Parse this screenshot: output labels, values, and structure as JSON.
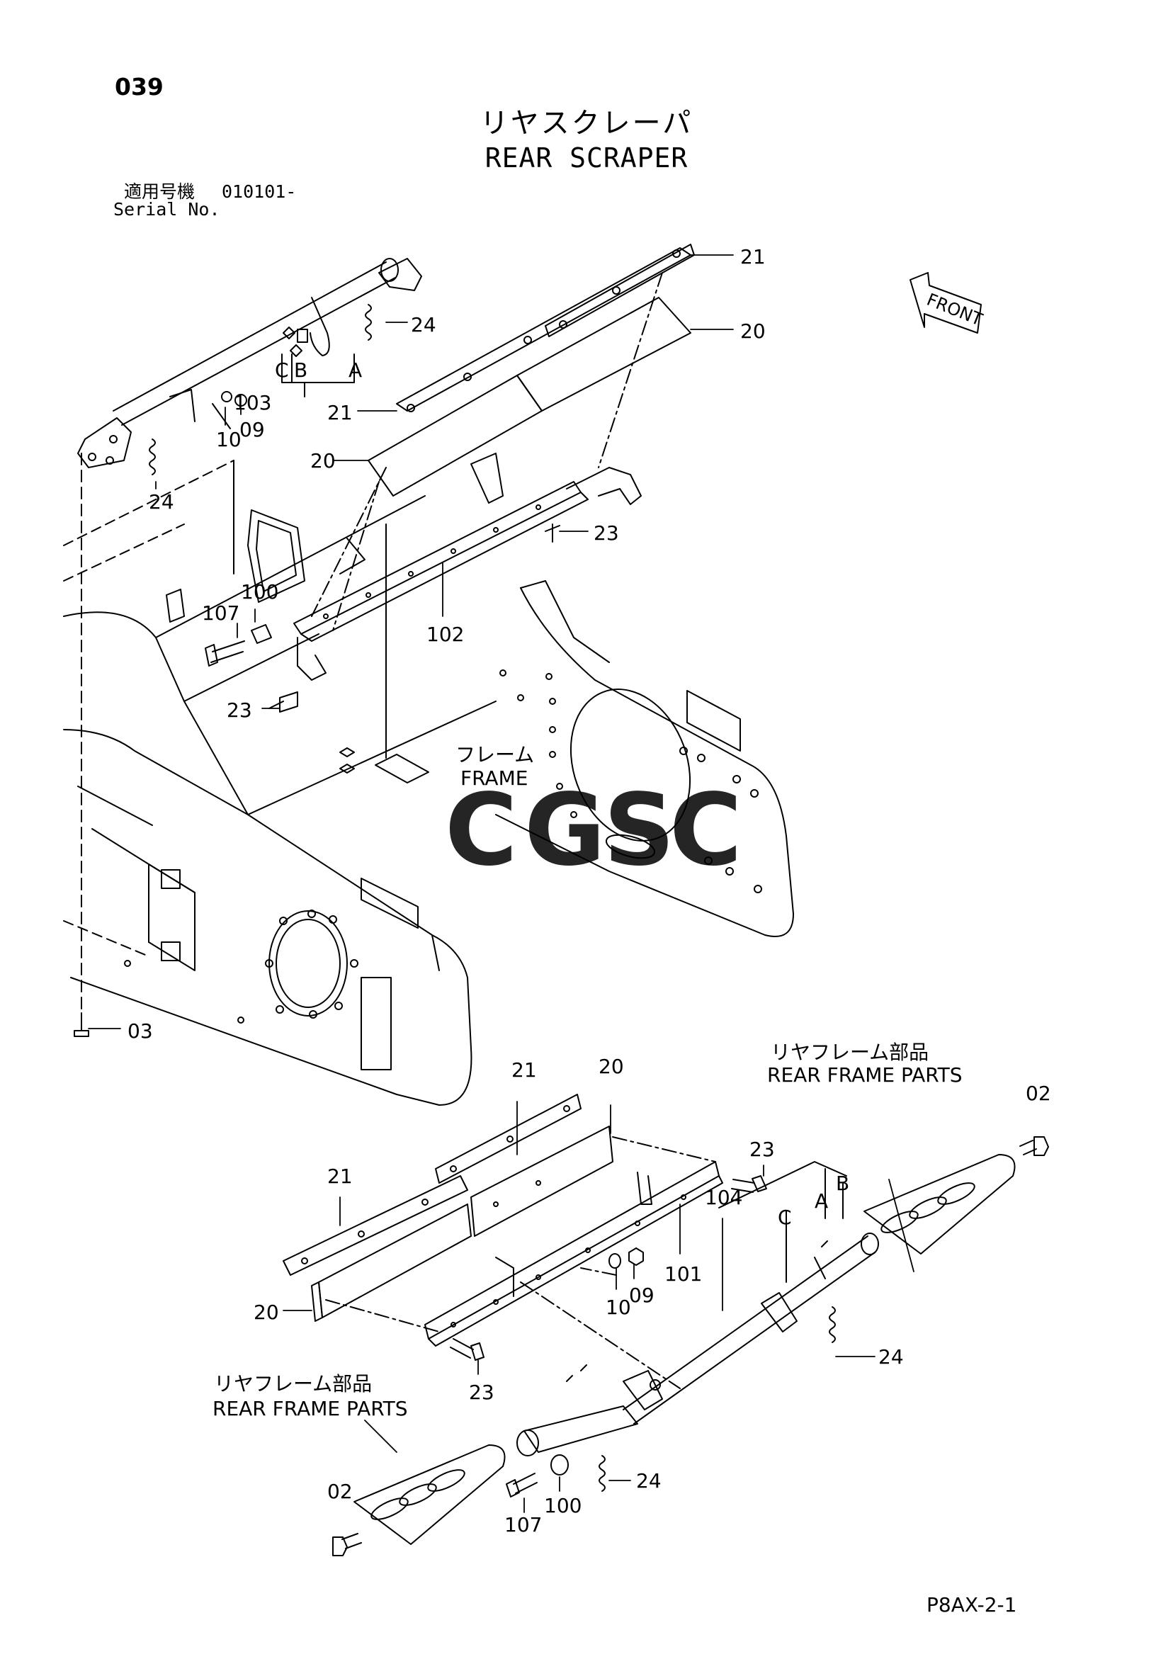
{
  "header": {
    "page_number": "039",
    "title_jp": "リヤスクレーパ",
    "title_en": "REAR SCRAPER",
    "serial_label_jp": "適用号機",
    "serial_value": "010101-",
    "serial_label_en": "Serial No."
  },
  "front_arrow": {
    "label": "FRONT"
  },
  "frame_label": {
    "jp": "フレーム",
    "en": "FRAME"
  },
  "rear_frame_parts_right": {
    "jp": "リヤフレーム部品",
    "en": "REAR  FRAME  PARTS"
  },
  "rear_frame_parts_left": {
    "jp": "リヤフレーム部品",
    "en": "REAR FRAME PARTS"
  },
  "watermark": {
    "letters": [
      "C",
      "G",
      "S",
      "C"
    ],
    "colors": [
      "#4f8ff0",
      "#ef7f77",
      "#f6cf50",
      "#7cc89a"
    ]
  },
  "callouts": {
    "c21_top": "21",
    "c20_top": "20",
    "c24_top": "24",
    "c103": "103",
    "cC_top": "C",
    "cB_top": "B",
    "cA_top": "A",
    "c21_mid": "21",
    "c20_mid": "20",
    "c10_top": "10",
    "c09_top": "09",
    "c24_left": "24",
    "c23_top": "23",
    "c102": "102",
    "c107_top": "107",
    "c100_top": "100",
    "c23_mid": "23",
    "c03": "03",
    "c21_low_a": "21",
    "c20_low_a": "20",
    "c21_low_b": "21",
    "c20_low_b": "20",
    "c23_low_a": "23",
    "c104": "104",
    "cC_low": "C",
    "cA_low": "A",
    "cB_low": "B",
    "c101": "101",
    "c10_low": "10",
    "c09_low": "09",
    "c23_low_b": "23",
    "c24_low_a": "24",
    "c24_low_b": "24",
    "c02_right": "02",
    "c02_left": "02",
    "c107_low": "107",
    "c100_low": "100"
  },
  "footer": {
    "drawing_code": "P8AX-2-1"
  }
}
